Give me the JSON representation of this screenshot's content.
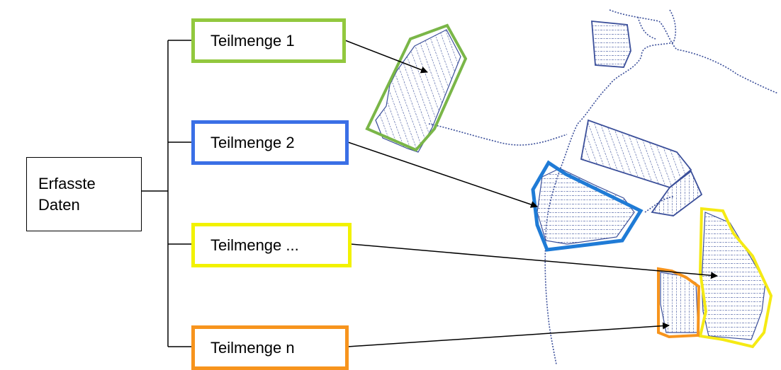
{
  "root": {
    "label_line1": "Erfasste",
    "label_line2": "Daten"
  },
  "subsets": [
    {
      "label": "Teilmenge 1",
      "color": "#92c83e"
    },
    {
      "label": "Teilmenge 2",
      "color": "#3a6fe6"
    },
    {
      "label": "Teilmenge ...",
      "color": "#f2f200"
    },
    {
      "label": "Teilmenge n",
      "color": "#f7941d"
    }
  ],
  "colors": {
    "connector": "#000000",
    "field_traces": "#3b4f9a",
    "region_1_outline": "#7ab648",
    "region_2_outline": "#1f7bd6",
    "region_3_outline": "#f5ea14",
    "region_n_outline": "#f7941d"
  }
}
